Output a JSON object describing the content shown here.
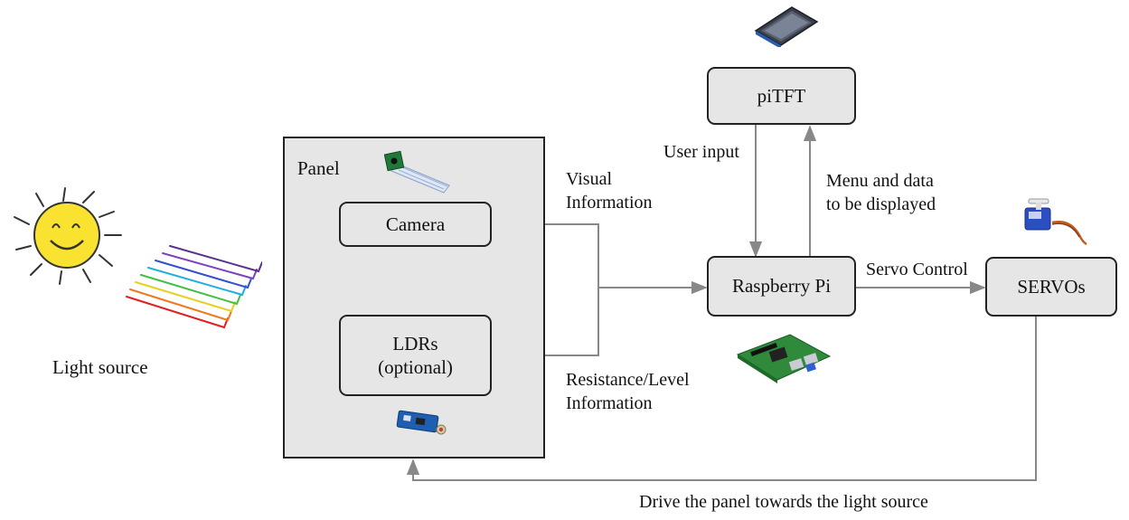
{
  "light_source": {
    "label": "Light source"
  },
  "panel": {
    "title": "Panel"
  },
  "nodes": {
    "camera": "Camera",
    "ldrs_line1": "LDRs",
    "ldrs_line2": "(optional)",
    "pitft": "piTFT",
    "raspberry_pi": "Raspberry Pi",
    "servos": "SERVOs"
  },
  "edge_labels": {
    "visual_1": "Visual",
    "visual_2": "Information",
    "resistance_1": "Resistance/Level",
    "resistance_2": "Information",
    "user_input": "User input",
    "menu_1": "Menu and data",
    "menu_2": "to be displayed",
    "servo_control": "Servo Control",
    "feedback": "Drive the panel towards the light source"
  }
}
